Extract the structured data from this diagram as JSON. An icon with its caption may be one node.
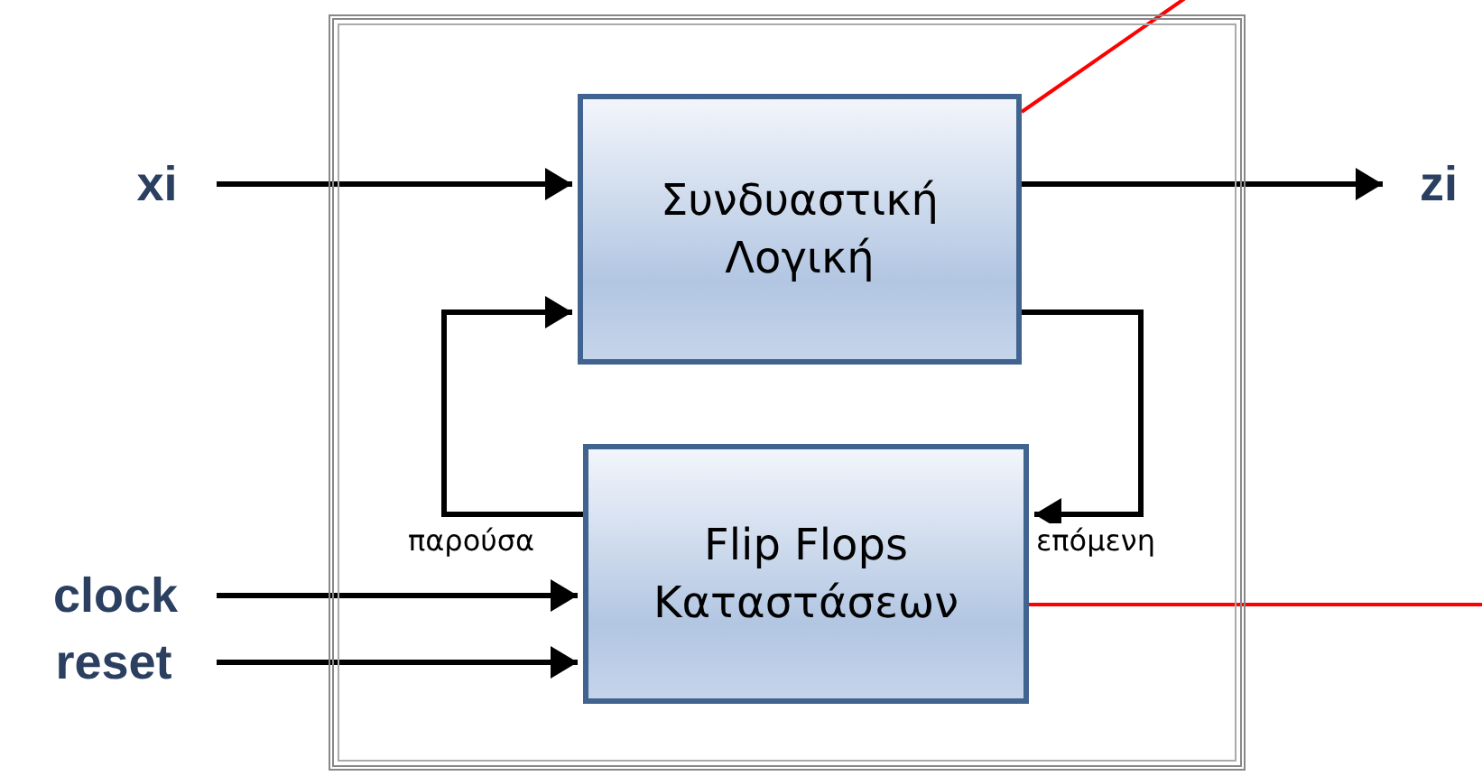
{
  "diagram": {
    "nodes": [
      {
        "text": [],
        "shape": "box"
      },
      {
        "text": [
          "Συνδυαστική Λογική"
        ],
        "in": 0
      },
      {
        "text": [
          "Flip Flops Καταστάσεων"
        ],
        "in": 0
      },
      {
        "text": [
          "xi"
        ]
      },
      {
        "text": [
          "zi"
        ]
      },
      {
        "text": [
          "clock"
        ]
      },
      {
        "text": [
          "reset"
        ]
      }
    ],
    "edges": [
      {
        "from": 3,
        "to": 1,
        "arrow": "to"
      },
      {
        "from": 1,
        "to": 4,
        "arrow": "to"
      },
      {
        "from": 2,
        "to": 1,
        "arrow": "to",
        "label": "παρούσα"
      },
      {
        "from": 1,
        "to": 2,
        "arrow": "to",
        "label": "επόμενη"
      },
      {
        "from": 5,
        "to": 2,
        "arrow": "to"
      },
      {
        "from": 6,
        "to": 2,
        "arrow": "to"
      },
      {
        "from": 1,
        "to": null,
        "arrow": "none",
        "color": "#ff0000"
      },
      {
        "from": 2,
        "to": null,
        "arrow": "none",
        "color": "#ff0000"
      }
    ]
  }
}
